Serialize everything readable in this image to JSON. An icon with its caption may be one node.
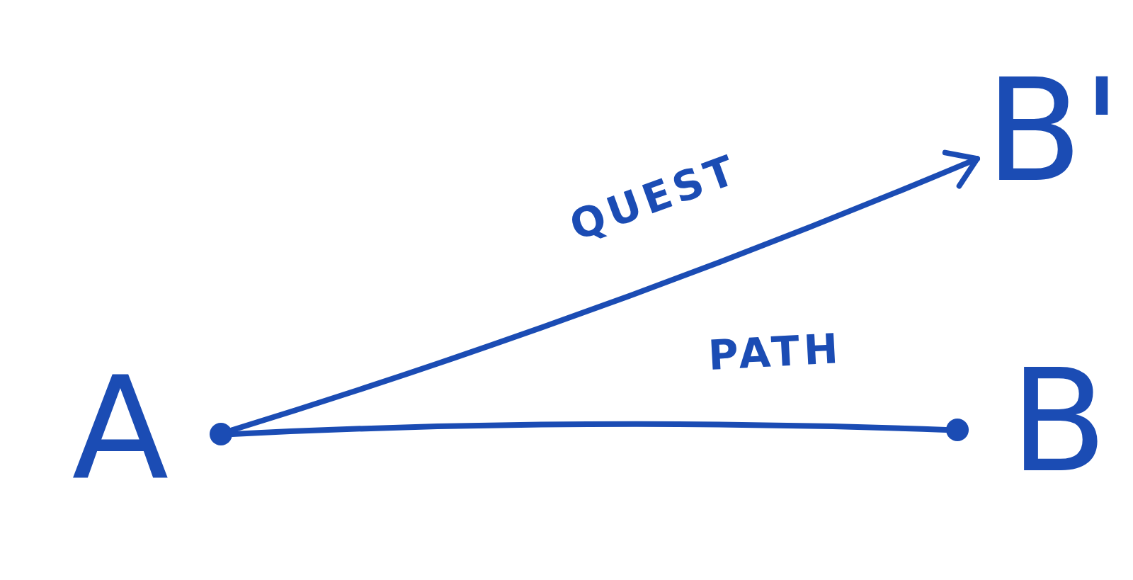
{
  "diagram": {
    "nodes": [
      {
        "text": [
          "A"
        ]
      },
      {
        "text": [],
        "shape": "circle"
      },
      {
        "text": [],
        "shape": "circle"
      },
      {
        "text": [
          "B"
        ]
      },
      {
        "text": [
          "B'"
        ]
      }
    ],
    "edges": [
      {
        "from": 1,
        "to": 2,
        "arrow": "none",
        "label": "PATH"
      },
      {
        "from": 1,
        "to": 4,
        "arrow": "to",
        "label": "QUEST"
      }
    ]
  }
}
